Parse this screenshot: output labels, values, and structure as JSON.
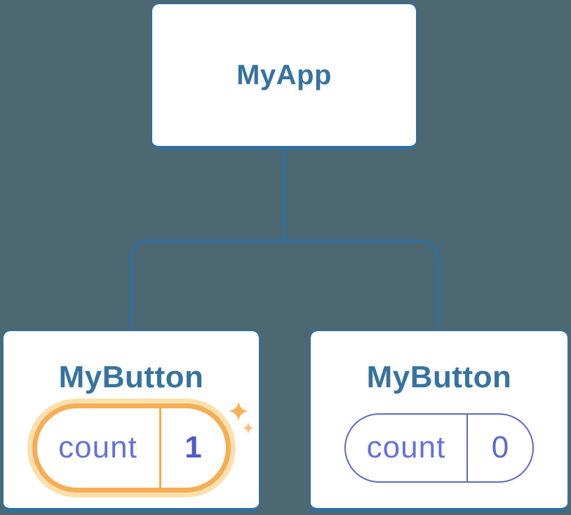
{
  "app": {
    "background_color": "#4C6872",
    "line_color": "#2F70A1",
    "purple_accent": "#5C67D3",
    "orange_accent": "#F5AE54",
    "orange_halo": "#FAE0AE"
  },
  "tree": {
    "root": {
      "label": "MyApp"
    },
    "children": [
      {
        "label": "MyButton",
        "state": {
          "name": "count",
          "value": "1"
        },
        "highlighted": true,
        "icon": "sparkles-icon"
      },
      {
        "label": "MyButton",
        "state": {
          "name": "count",
          "value": "0"
        },
        "highlighted": false
      }
    ]
  }
}
